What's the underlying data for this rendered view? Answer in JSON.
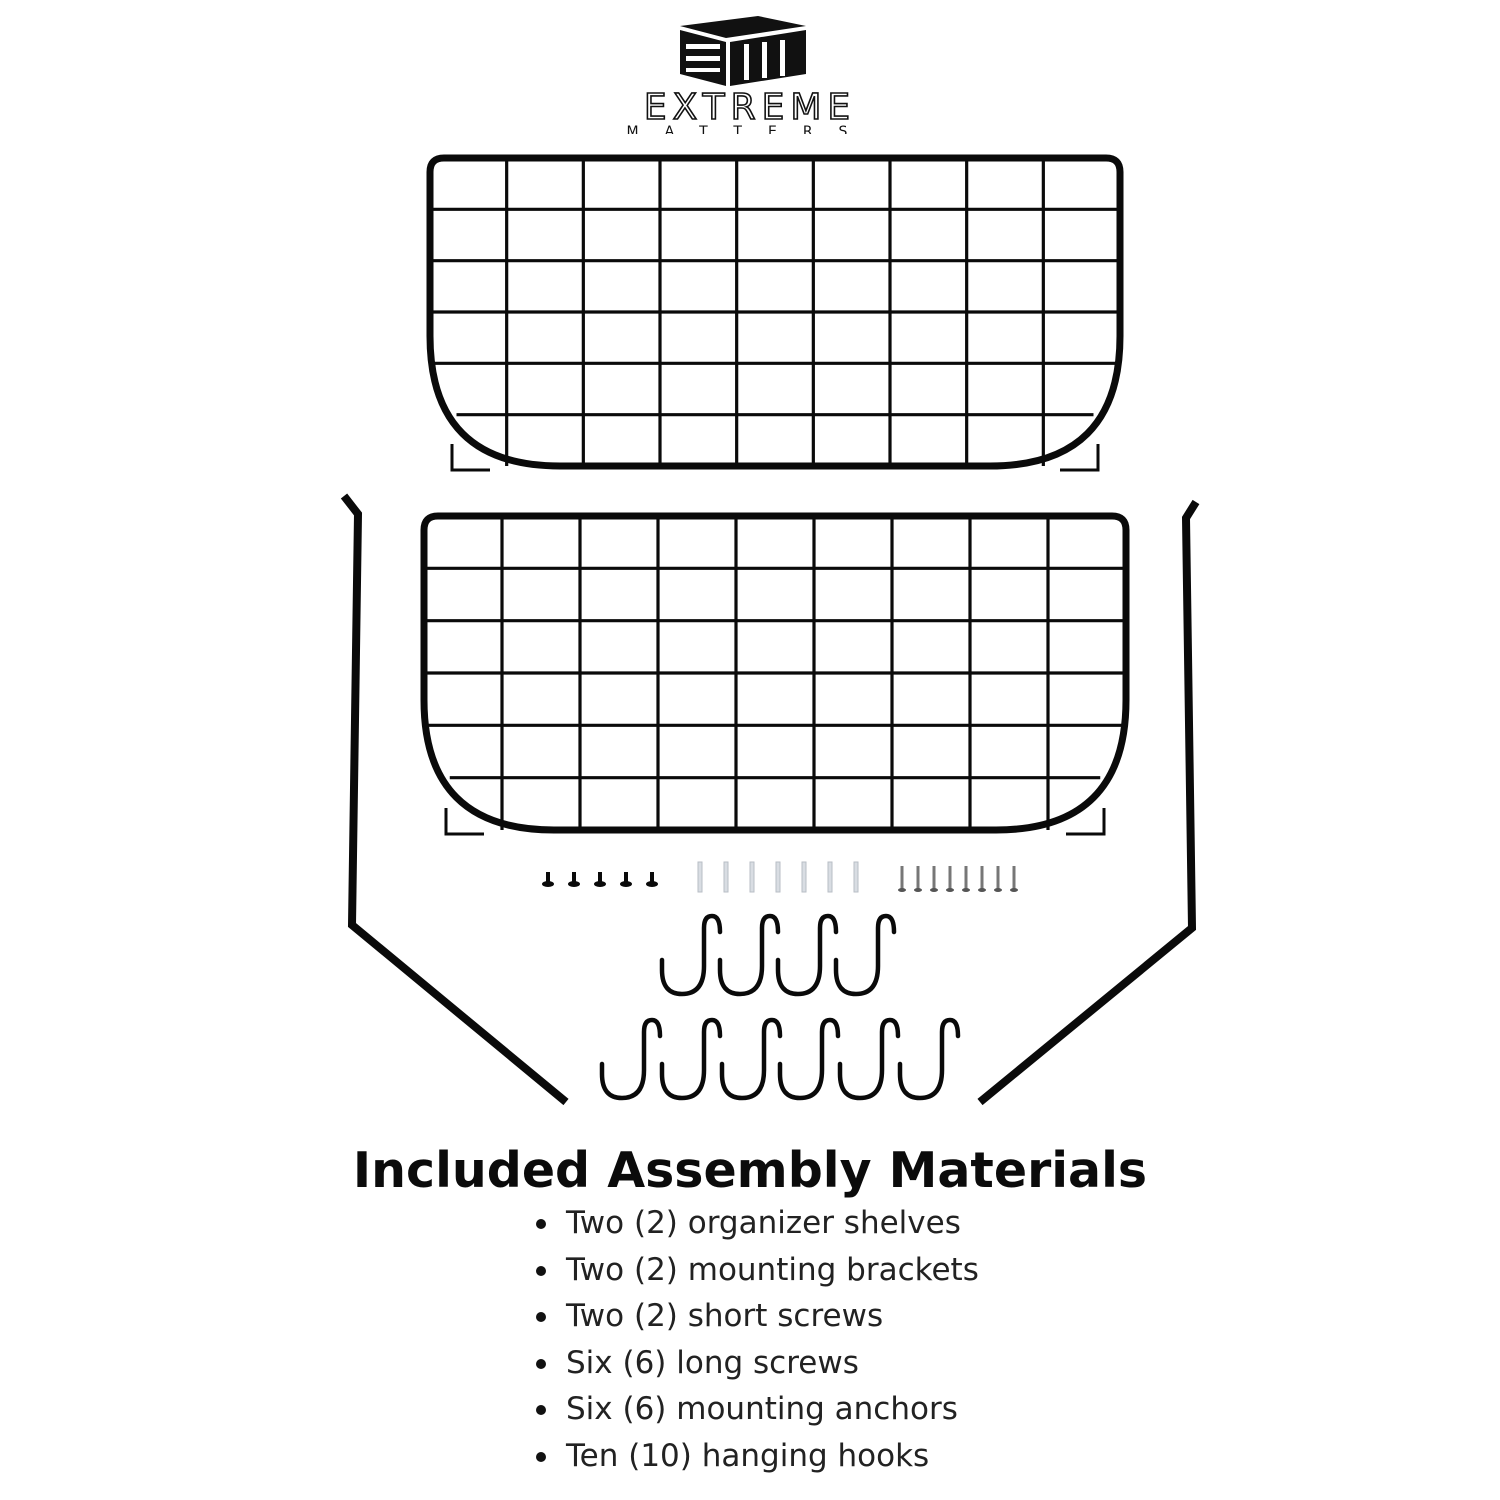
{
  "brand": {
    "name_line1": "EXTREME",
    "name_line2": "MATTERS"
  },
  "heading": "Included Assembly Materials",
  "items": [
    "Two (2) organizer shelves",
    "Two (2) mounting brackets",
    "Two (2) short screws",
    "Six (6) long screws",
    "Six (6) mounting anchors",
    "Ten (10) hanging hooks"
  ],
  "colors": {
    "wire": "#0a0a0a",
    "background": "#ffffff"
  }
}
